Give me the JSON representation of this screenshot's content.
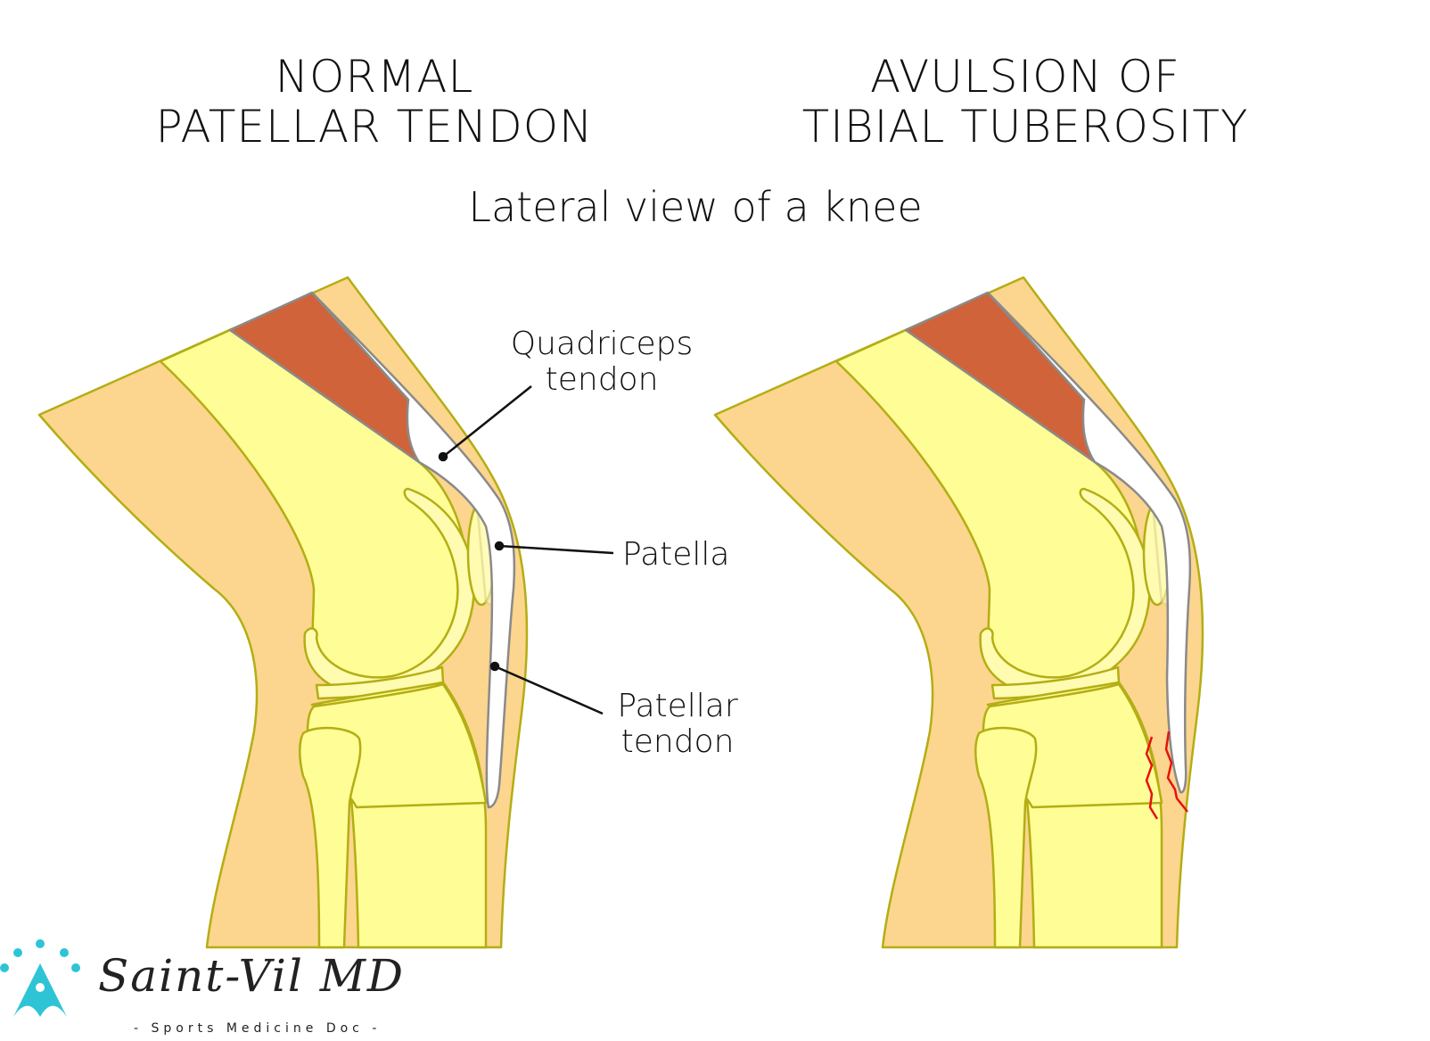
{
  "titles": {
    "left": [
      "NORMAL",
      "PATELLAR TENDON"
    ],
    "right": [
      "AVULSION OF",
      "TIBIAL TUBEROSITY"
    ]
  },
  "subtitle": "Lateral view of a knee",
  "labels": {
    "quadriceps": [
      "Quadriceps",
      "tendon"
    ],
    "patella": "Patella",
    "patellar_tendon": [
      "Patellar",
      "tendon"
    ]
  },
  "logo": {
    "name": "Saint-Vil MD",
    "tagline": "- Sports Medicine Doc -"
  },
  "colors": {
    "skin": "#FCD58E",
    "bone": "#FFFD96",
    "outline": "#B3AE14",
    "muscle": "#D0633A",
    "tendon_stroke": "#8A8A8A",
    "fracture": "#E81010",
    "logo": "#2EC4D6"
  }
}
